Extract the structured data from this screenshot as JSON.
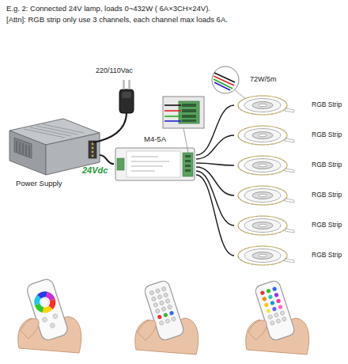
{
  "diagram": {
    "title": "E.g. 2: Connected 24V lamp, loads 0~432W ( 6A×3CH×24V).",
    "nodes": [
      {
        "text": [
          "Power Supply"
        ]
      },
      {
        "text": [
          "M4-5A"
        ]
      },
      {
        "text": [
          "RGB Strip"
        ]
      },
      {
        "text": [
          "RGB Strip"
        ]
      },
      {
        "text": [
          "RGB Strip"
        ]
      },
      {
        "text": [
          "RGB Strip"
        ]
      },
      {
        "text": [
          "RGB Strip"
        ]
      },
      {
        "text": [
          "RGB Strip"
        ]
      }
    ],
    "edges": [
      {
        "from": 0,
        "to": 1,
        "label": "24Vdc",
        "arrow": "none"
      },
      {
        "from": 1,
        "to": 2,
        "arrow": "none"
      },
      {
        "from": 1,
        "to": 3,
        "arrow": "none"
      },
      {
        "from": 1,
        "to": 4,
        "arrow": "none"
      },
      {
        "from": 1,
        "to": 5,
        "arrow": "none"
      },
      {
        "from": 1,
        "to": 6,
        "arrow": "none"
      },
      {
        "from": 1,
        "to": 7,
        "arrow": "none"
      }
    ],
    "labels": [
      "[Attn]: RGB strip only use 3 channels, each channel max loads 6A.",
      "220/110Vac",
      "72W/5m"
    ]
  }
}
